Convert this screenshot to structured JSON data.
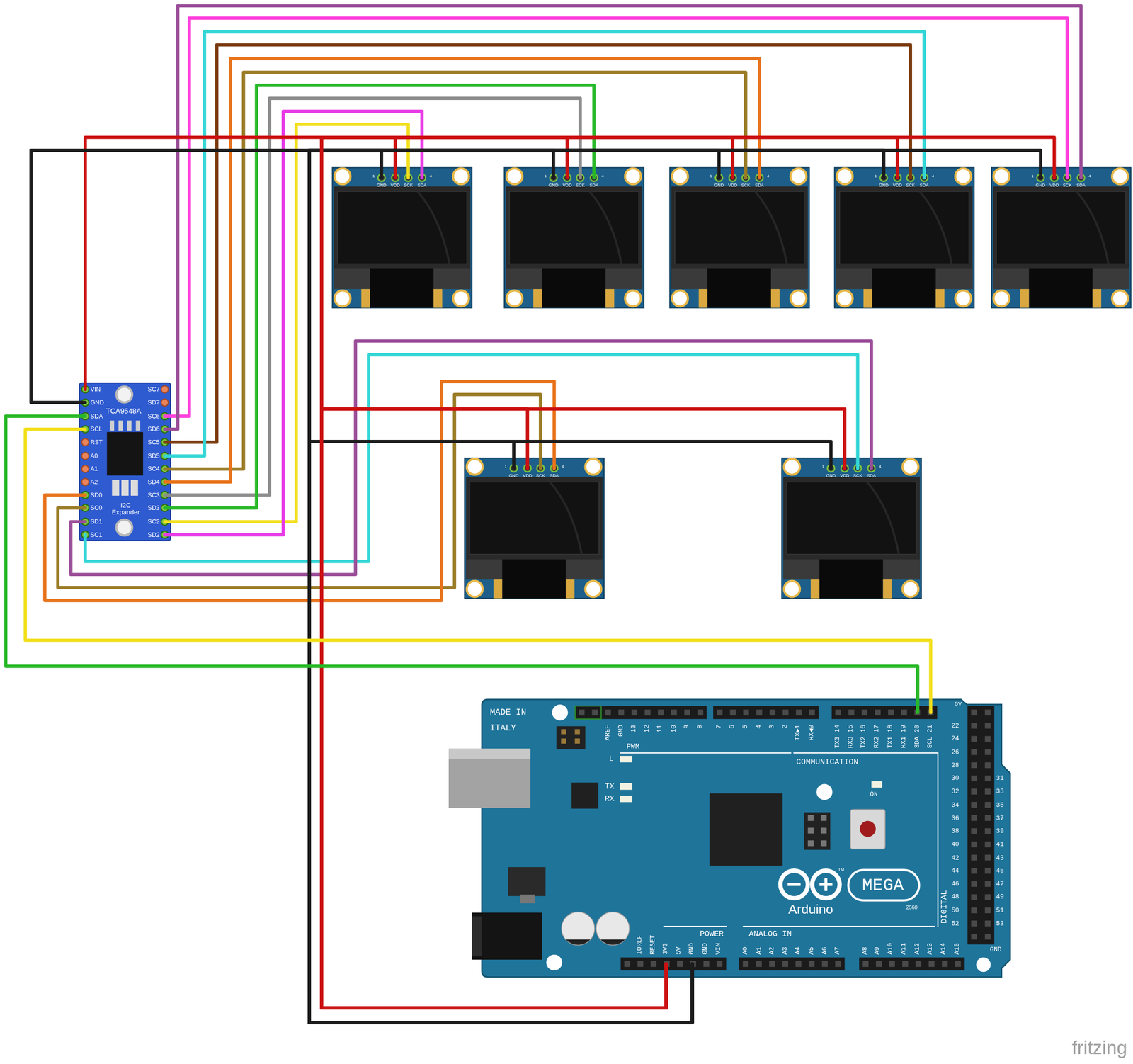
{
  "diagram": {
    "nodes": [
      {
        "text": [
          "1",
          "GND",
          "VDD",
          "SCK",
          "SDA",
          "4"
        ]
      },
      {
        "text": [
          "1",
          "GND",
          "VDD",
          "SCK",
          "SDA",
          "4"
        ]
      },
      {
        "text": [
          "1",
          "GND",
          "VDD",
          "SCK",
          "SDA",
          "4"
        ]
      },
      {
        "text": [
          "1",
          "GND",
          "VDD",
          "SCK",
          "SDA",
          "4"
        ]
      },
      {
        "text": [
          "1",
          "GND",
          "VDD",
          "SCK",
          "SDA",
          "4"
        ]
      },
      {
        "text": [
          "VIN",
          "GND",
          "SDA",
          "SCL",
          "RST",
          "A0",
          "A1",
          "A2",
          "SD0",
          "SC0",
          "SD1",
          "SC1",
          "SC7",
          "SD7",
          "SC6",
          "SD6",
          "SC5",
          "SD5",
          "SC4",
          "SD4",
          "SC3",
          "SD3",
          "SC2",
          "SD2",
          "TCA9548A",
          "I2C Expander"
        ]
      },
      {
        "text": [
          "1",
          "GND",
          "VDD",
          "SCK",
          "SDA",
          "4"
        ]
      },
      {
        "text": [
          "1",
          "GND",
          "VDD",
          "SCK",
          "SDA",
          "4"
        ]
      },
      {
        "text": [
          "MADE IN",
          "ITALY",
          "AREF",
          "GND",
          "13",
          "12",
          "11",
          "10",
          "9",
          "8",
          "7",
          "6",
          "5",
          "4",
          "3",
          "2",
          "TX▶1",
          "RX◀0",
          "TX3 14",
          "RX3 15",
          "TX2 16",
          "RX2 17",
          "TX1 18",
          "RX1 19",
          "SDA 20",
          "SCL 21",
          "PWM",
          "L",
          "COMMUNICATION",
          "TX",
          "RX",
          "ON",
          "5V",
          "22",
          "24",
          "26",
          "28",
          "30",
          "32",
          "34",
          "36",
          "38",
          "40",
          "42",
          "44",
          "46",
          "48",
          "50",
          "52",
          "31",
          "33",
          "35",
          "37",
          "39",
          "41",
          "43",
          "45",
          "47",
          "49",
          "51",
          "53",
          "DIGITAL",
          "MEGA",
          "TM",
          "Arduino",
          "2560",
          "GND",
          "POWER",
          "IOREF",
          "RESET",
          "3V3",
          "5V",
          "GND",
          "GND",
          "VIN",
          "ANALOG IN",
          "A0",
          "A1",
          "A2",
          "A3",
          "A4",
          "A5",
          "A6",
          "A7",
          "A8",
          "A9",
          "A10",
          "A11",
          "A12",
          "A13",
          "A14",
          "A15"
        ]
      }
    ],
    "edges": [
      {
        "from": 0,
        "to": 5,
        "arrow": "none"
      },
      {
        "from": 0,
        "to": 5,
        "arrow": "none"
      },
      {
        "from": 1,
        "to": 5,
        "arrow": "none"
      },
      {
        "from": 1,
        "to": 5,
        "arrow": "none"
      },
      {
        "from": 2,
        "to": 5,
        "arrow": "none"
      },
      {
        "from": 2,
        "to": 5,
        "arrow": "none"
      },
      {
        "from": 3,
        "to": 5,
        "arrow": "none"
      },
      {
        "from": 3,
        "to": 5,
        "arrow": "none"
      },
      {
        "from": 4,
        "to": 5,
        "arrow": "none"
      },
      {
        "from": 4,
        "to": 5,
        "arrow": "none"
      },
      {
        "from": 6,
        "to": 5,
        "arrow": "none"
      },
      {
        "from": 6,
        "to": 5,
        "arrow": "none"
      },
      {
        "from": 7,
        "to": 5,
        "arrow": "none"
      },
      {
        "from": 7,
        "to": 5,
        "arrow": "none"
      },
      {
        "from": 0,
        "to": 8,
        "arrow": "none"
      },
      {
        "from": 0,
        "to": 8,
        "arrow": "none"
      },
      {
        "from": 1,
        "to": 8,
        "arrow": "none"
      },
      {
        "from": 1,
        "to": 8,
        "arrow": "none"
      },
      {
        "from": 2,
        "to": 8,
        "arrow": "none"
      },
      {
        "from": 2,
        "to": 8,
        "arrow": "none"
      },
      {
        "from": 3,
        "to": 8,
        "arrow": "none"
      },
      {
        "from": 3,
        "to": 8,
        "arrow": "none"
      },
      {
        "from": 4,
        "to": 8,
        "arrow": "none"
      },
      {
        "from": 4,
        "to": 8,
        "arrow": "none"
      },
      {
        "from": 6,
        "to": 8,
        "arrow": "none"
      },
      {
        "from": 6,
        "to": 8,
        "arrow": "none"
      },
      {
        "from": 7,
        "to": 8,
        "arrow": "none"
      },
      {
        "from": 7,
        "to": 8,
        "arrow": "none"
      },
      {
        "from": 5,
        "to": 8,
        "arrow": "none"
      },
      {
        "from": 5,
        "to": 8,
        "arrow": "none"
      },
      {
        "from": 5,
        "to": 8,
        "arrow": "none"
      },
      {
        "from": 5,
        "to": 8,
        "arrow": "none"
      }
    ],
    "labels": [
      "fritzing"
    ]
  }
}
